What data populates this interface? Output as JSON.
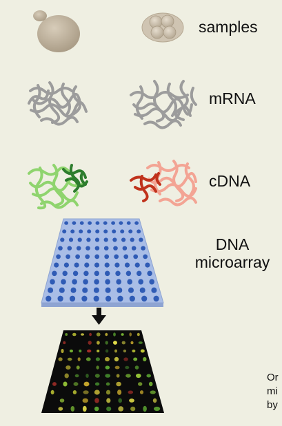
{
  "labels": {
    "samples": "samples",
    "mrna": "mRNA",
    "cdna": "cDNA",
    "microarray_line1": "DNA",
    "microarray_line2": "microarray"
  },
  "caption_fragments": [
    "Or",
    "mi",
    "by"
  ],
  "colors": {
    "background": "#efefe2",
    "cell_fill": "#b7aa95",
    "mrna": "#9b9b9b",
    "cdna_green_light": "#8fd46e",
    "cdna_green_dark": "#2e7d2e",
    "cdna_red_light": "#f3a494",
    "cdna_red_dark": "#c0321c",
    "microarray_plate": "#a9bde6",
    "microarray_spot": "#2f5bb5",
    "scan_background": "#0b0b0b"
  },
  "icons": [
    "single-cell-icon",
    "cell-cluster-icon",
    "mrna-strands-icon",
    "cdna-green-icon",
    "cdna-red-icon",
    "microarray-plate-icon",
    "down-arrow-icon",
    "scanned-array-icon"
  ]
}
